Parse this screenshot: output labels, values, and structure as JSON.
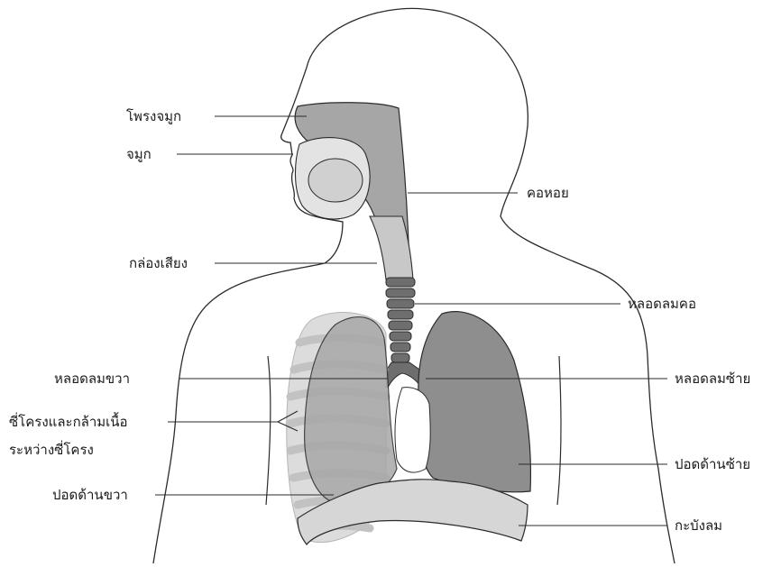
{
  "labels": {
    "nasal_cavity": "โพรงจมูก",
    "nose": "จมูก",
    "pharynx": "คอหอย",
    "larynx": "กล่องเสียง",
    "trachea": "หลอดลมคอ",
    "right_bronchus": "หลอดลมขวา",
    "left_bronchus": "หลอดลมซ้าย",
    "ribs_line1": "ซี่โครงและกล้ามเนื้อ",
    "ribs_line2": "ระหว่างซี่โครง",
    "right_lung": "ปอดด้านขวา",
    "left_lung": "ปอดด้านซ้าย",
    "diaphragm": "กะบังลม"
  },
  "colors": {
    "outline": "#2b2b2b",
    "airway_fill": "#a6a6a6",
    "lung_fill": "#a8a8a8",
    "left_lung_fill": "#8e8e8e",
    "rib_fill": "#dcdcdc",
    "diaphragm_fill": "#d6d6d6",
    "cartilage_fill": "#6e6e6e"
  }
}
